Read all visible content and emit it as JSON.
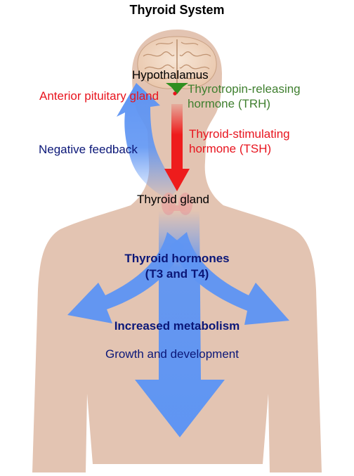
{
  "title": "Thyroid System",
  "labels": {
    "hypothalamus": "Hypothalamus",
    "anterior_pituitary": "Anterior pituitary gland",
    "trh_line1": "Thyrotropin-releasing",
    "trh_line2": "hormone (TRH)",
    "tsh_line1": "Thyroid-stimulating",
    "tsh_line2": "hormone (TSH)",
    "negative_feedback": "Negative feedback",
    "thyroid_gland": "Thyroid gland",
    "hormones_line1": "Thyroid hormones",
    "hormones_line2": "(T3 and T4)",
    "increased_metabolism": "Increased metabolism",
    "growth": "Growth and development"
  },
  "colors": {
    "skin": "#e3c4b2",
    "brain": "#f2dcc8",
    "blue_arrow": "#5f95f3",
    "red_arrow": "#ee1c1c",
    "gland_green": "#2f8f1f",
    "thyroid": "#e6a7a1",
    "red_text": "#e8141e",
    "green_text": "#3f7f2f",
    "navy_text": "#0b1778"
  }
}
